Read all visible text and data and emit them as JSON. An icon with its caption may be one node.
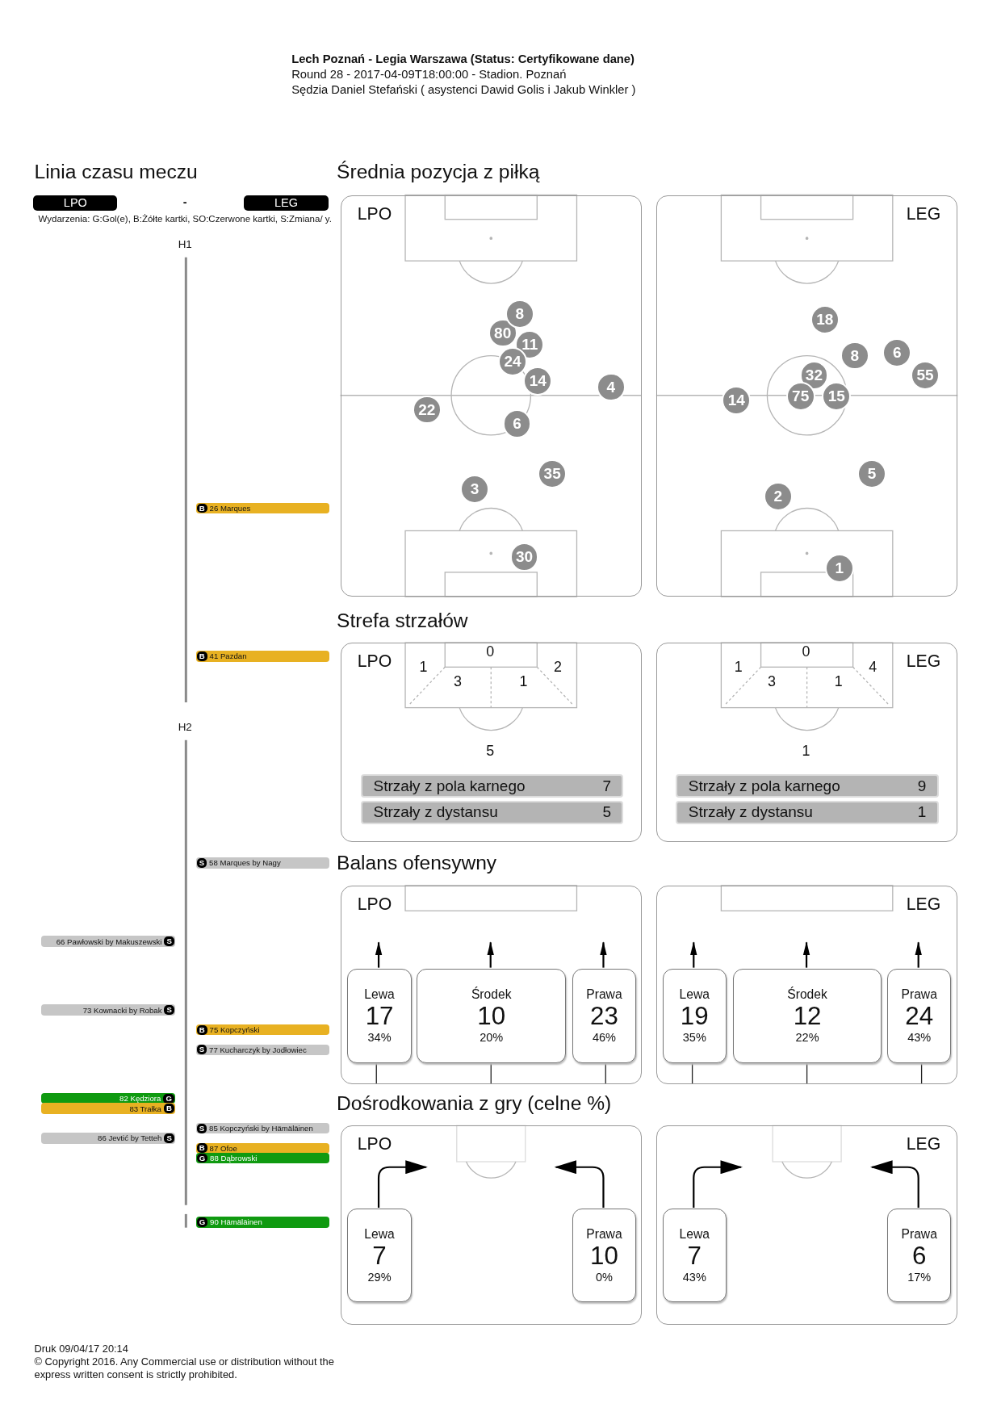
{
  "diagram": {
    "nodes": [
      {
        "text": [
          "LPO"
        ]
      },
      {
        "text": [
          "LEG"
        ]
      },
      {
        "text": [
          "B",
          "26 Marques"
        ]
      },
      {
        "text": [
          "B",
          "41 Pazdan"
        ]
      },
      {
        "text": [
          "S",
          "58 Marques by Nagy"
        ]
      },
      {
        "text": [
          "66 Pawłowski by Makuszewski",
          "S"
        ]
      },
      {
        "text": [
          "73 Kownacki by Robak",
          "S"
        ]
      },
      {
        "text": [
          "B",
          "75 Kopczyński"
        ]
      },
      {
        "text": [
          "S",
          "77 Kucharczyk by Jodłowiec"
        ]
      },
      {
        "text": [
          "82 Kędziora",
          "G"
        ]
      },
      {
        "text": [
          "83 Trałka",
          "B"
        ]
      },
      {
        "text": [
          "S",
          "85 Kopczyński by Hämäläinen"
        ]
      },
      {
        "text": [
          "86 Jevtić by Tetteh",
          "S"
        ]
      },
      {
        "text": [
          "B",
          "87 Ofoe"
        ]
      },
      {
        "text": [
          "G",
          "88 Dąbrowski"
        ]
      },
      {
        "text": [
          "G",
          "90 Hämäläinen"
        ]
      },
      {
        "text": [
          "LPO"
        ]
      },
      {
        "text": [
          "8"
        ],
        "in": 16
      },
      {
        "text": [
          "80"
        ],
        "in": 16
      },
      {
        "text": [
          "11"
        ],
        "in": 16
      },
      {
        "text": [
          "24"
        ],
        "in": 16
      },
      {
        "text": [
          "14"
        ],
        "in": 16
      },
      {
        "text": [
          "4"
        ],
        "in": 16
      },
      {
        "text": [
          "22"
        ],
        "in": 16
      },
      {
        "text": [
          "6"
        ],
        "in": 16
      },
      {
        "text": [
          "35"
        ],
        "in": 16
      },
      {
        "text": [
          "3"
        ],
        "in": 16
      },
      {
        "text": [
          "30"
        ],
        "in": 16
      },
      {
        "text": [
          "LEG"
        ]
      },
      {
        "text": [
          "18"
        ],
        "in": 28
      },
      {
        "text": [
          "8"
        ],
        "in": 28
      },
      {
        "text": [
          "6"
        ],
        "in": 28
      },
      {
        "text": [
          "55"
        ],
        "in": 28
      },
      {
        "text": [
          "32"
        ],
        "in": 28
      },
      {
        "text": [
          "75"
        ],
        "in": 28
      },
      {
        "text": [
          "15"
        ],
        "in": 28
      },
      {
        "text": [
          "14"
        ],
        "in": 28
      },
      {
        "text": [
          "5"
        ],
        "in": 28
      },
      {
        "text": [
          "2"
        ],
        "in": 28
      },
      {
        "text": [
          "1"
        ],
        "in": 28
      },
      {
        "text": [
          "LPO"
        ]
      },
      {
        "text": [
          "Strzały z pola karnego",
          "7"
        ],
        "in": 40
      },
      {
        "text": [
          "Strzały z dystansu",
          "5"
        ],
        "in": 40
      },
      {
        "text": [
          "LEG"
        ]
      },
      {
        "text": [
          "Strzały z pola karnego",
          "9"
        ],
        "in": 43
      },
      {
        "text": [
          "Strzały z dystansu",
          "1"
        ],
        "in": 43
      },
      {
        "text": [
          "LPO"
        ]
      },
      {
        "text": [
          "Lewa",
          "17",
          "34%"
        ],
        "in": 46
      },
      {
        "text": [
          "Środek",
          "10",
          "20%"
        ],
        "in": 46
      },
      {
        "text": [
          "Prawa",
          "23",
          "46%"
        ],
        "in": 46
      },
      {
        "text": [
          "LEG"
        ]
      },
      {
        "text": [
          "Lewa",
          "19",
          "35%"
        ],
        "in": 50
      },
      {
        "text": [
          "Środek",
          "12",
          "22%"
        ],
        "in": 50
      },
      {
        "text": [
          "Prawa",
          "24",
          "43%"
        ],
        "in": 50
      },
      {
        "text": [
          "LPO"
        ]
      },
      {
        "text": [
          "Lewa",
          "7",
          "29%"
        ],
        "in": 54
      },
      {
        "text": [
          "Prawa",
          "10",
          "0%"
        ],
        "in": 54
      },
      {
        "text": [
          "LEG"
        ]
      },
      {
        "text": [
          "Lewa",
          "7",
          "43%"
        ],
        "in": 57
      },
      {
        "text": [
          "Prawa",
          "6",
          "17%"
        ],
        "in": 57
      }
    ],
    "edges": [
      {
        "from": 47,
        "to": null,
        "arrow": "to"
      },
      {
        "from": 48,
        "to": null,
        "arrow": "to"
      },
      {
        "from": 49,
        "to": null,
        "arrow": "to"
      },
      {
        "from": 51,
        "to": null,
        "arrow": "to"
      },
      {
        "from": 52,
        "to": null,
        "arrow": "to"
      },
      {
        "from": 53,
        "to": null,
        "arrow": "to"
      },
      {
        "from": 55,
        "to": null,
        "arrow": "to"
      },
      {
        "from": 56,
        "to": null,
        "arrow": "to"
      },
      {
        "from": 58,
        "to": null,
        "arrow": "to"
      },
      {
        "from": 59,
        "to": null,
        "arrow": "to"
      }
    ],
    "labels": [
      "Lech Poznań - Legia Warszawa (Status: Certyfikowane dane)",
      "Round 28 - 2017-04-09T18:00:00 - Stadion. Poznań",
      "Sędzia Daniel Stefański ( asystenci Dawid Golis i Jakub Winkler )",
      "Linia czasu meczu",
      "-",
      "Wydarzenia: G:Gol(e), B:Żółte kartki, SO:Czerwone kartki, S:Zmiana/ y.",
      "H1",
      "H2",
      "Średnia pozycja z piłką",
      "Strefa strzałów",
      "0",
      "1",
      "3",
      "1",
      "2",
      "5",
      "0",
      "1",
      "3",
      "1",
      "4",
      "1",
      "Balans ofensywny",
      "Dośrodkowania z gry (celne %)",
      "Druk 09/04/17 20:14",
      "© Copyright 2016. Any Commercial use or distribution without the express written consent is strictly prohibited."
    ]
  }
}
